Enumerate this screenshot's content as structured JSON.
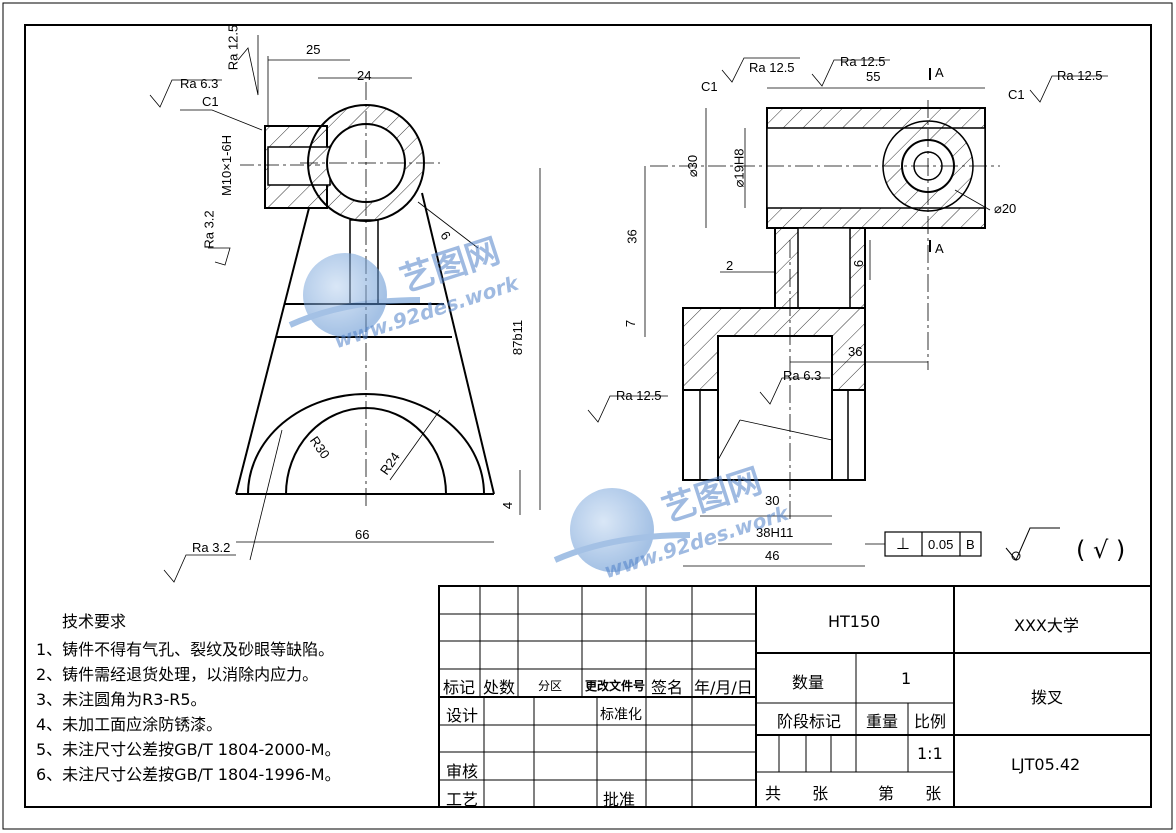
{
  "dimensions_front": {
    "ra_12_5_top": "Ra 12.5",
    "d25": "25",
    "d24": "24",
    "ra_6_3": "Ra 6.3",
    "c1": "C1",
    "thread": "M10×1-6H",
    "ra_3_2_left": "Ra 3.2",
    "d6": "6",
    "d87b11": "87b11",
    "r30": "R30",
    "r24": "R24",
    "d4": "4",
    "d66": "66",
    "ra_3_2_bottom": "Ra 3.2"
  },
  "dimensions_side": {
    "ra_12_5_top_left": "Ra 12.5",
    "c1_left": "C1",
    "ra_12_5_top_mid": "Ra 12.5",
    "d55": "55",
    "section_a_top": "A",
    "c1_right": "C1",
    "ra_12_5_top_right": "Ra 12.5",
    "d30_dia": "⌀30",
    "d19h8": "⌀19H8",
    "d20_dia": "⌀20",
    "d36_left": "36",
    "d2": "2",
    "d6_right": "6",
    "section_a_bottom": "A",
    "d7": "7",
    "d36_horiz": "36",
    "ra_6_3_inner": "Ra 6.3",
    "ra_12_5_left": "Ra 12.5",
    "d30": "30",
    "d38h11": "38H11",
    "d46": "46",
    "tol_symbol": "⊥",
    "tol_value": "0.05",
    "tol_datum": "B",
    "surface_general": "( √ )"
  },
  "watermark": {
    "brand": "艺图网",
    "url": "www.92des.work"
  },
  "tech_req": {
    "title": "技术要求",
    "items": [
      "1、铸件不得有气孔、裂纹及砂眼等缺陷。",
      "2、铸件需经退货处理，以消除内应力。",
      "3、未注圆角为R3-R5。",
      "4、未加工面应涂防锈漆。",
      "5、未注尺寸公差按GB/T 1804-2000-M。",
      "6、未注尺寸公差按GB/T 1804-1996-M。"
    ]
  },
  "title_block": {
    "h_mark": "标记",
    "h_count": "处数",
    "h_zone": "分区",
    "h_doc": "更改文件号",
    "h_sign": "签名",
    "h_date": "年/月/日",
    "design": "设计",
    "standard": "标准化",
    "review": "审核",
    "process": "工艺",
    "approve": "批准",
    "material": "HT150",
    "school": "XXX大学",
    "qty_label": "数量",
    "qty_value": "1",
    "part_name": "拨叉",
    "stage": "阶段标记",
    "weight": "重量",
    "scale_label": "比例",
    "scale_value": "1:1",
    "drawing_no": "LJT05.42",
    "total_sheets": "共 张",
    "sheet_no": "第 张"
  }
}
